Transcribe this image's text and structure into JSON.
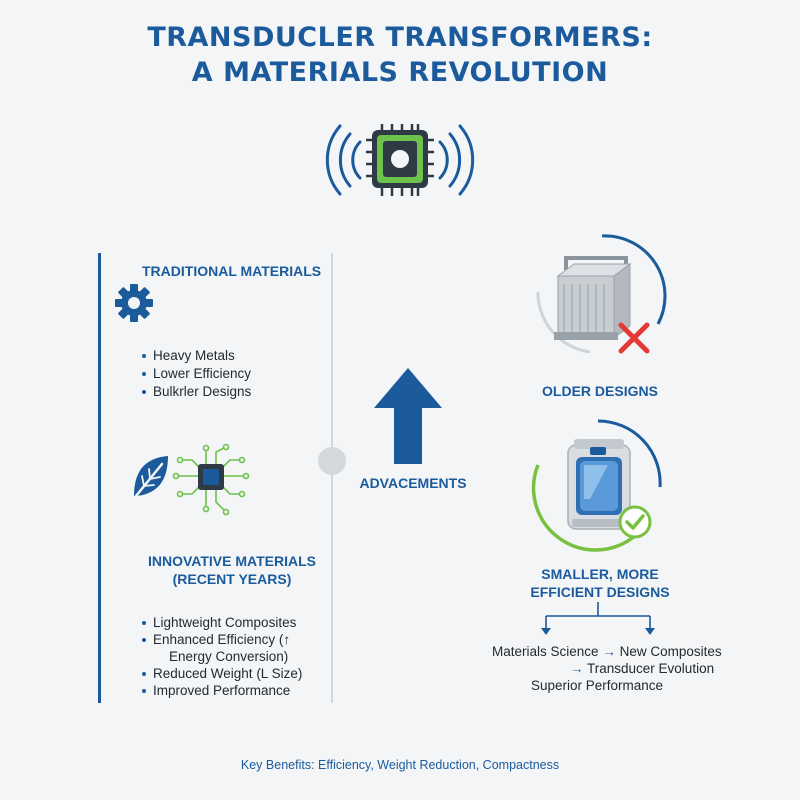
{
  "title": {
    "line1": "TRANSDUCLER TRANSFORMERS:",
    "line2": "A MATERIALS REVOLUTION"
  },
  "icons": {
    "header": "chip-with-signal-waves-icon",
    "traditional": "gear-icon",
    "innovative_leaf": "leaf-icon",
    "innovative_circuit": "circuit-chip-icon",
    "advancements": "arrow-up-icon",
    "older": "old-transformer-icon",
    "older_status": "red-x-icon",
    "newer": "modern-transformer-icon",
    "newer_status": "green-check-icon"
  },
  "colors": {
    "accent_blue": "#1b5b9c",
    "chip_green": "#6cc24a",
    "cross_red": "#e53935",
    "check_green": "#7ac142"
  },
  "traditional": {
    "heading": "TRADITIONAL MATERIALS",
    "items": [
      "Heavy Metals",
      "Lower Efficiency",
      "Bulkrler Designs"
    ]
  },
  "innovative": {
    "heading_line1": "INNOVATIVE MATERIALS",
    "heading_line2": "(RECENT YEARS)",
    "items": [
      "Lightweight Composites",
      "Enhanced Efficiency (↑",
      "Energy Conversion)",
      "Reduced Weight (L Size)",
      "Improved Performance"
    ]
  },
  "advancements": {
    "label": "ADVACEMENTS"
  },
  "older": {
    "label": "OLDER DESIGNS"
  },
  "newer": {
    "label_line1": "SMALLER, MORE",
    "label_line2": "EFFICIENT DESIGNS"
  },
  "flow": {
    "line1_a": "Materials Science",
    "line1_arrow": "→",
    "line1_b": "New Composites",
    "line2_arrow": "→",
    "line2": "Transducer Evolution",
    "line3": "Superior Performance"
  },
  "footer": "Key Benefits: Efficiency, Weight Reduction, Compactness"
}
